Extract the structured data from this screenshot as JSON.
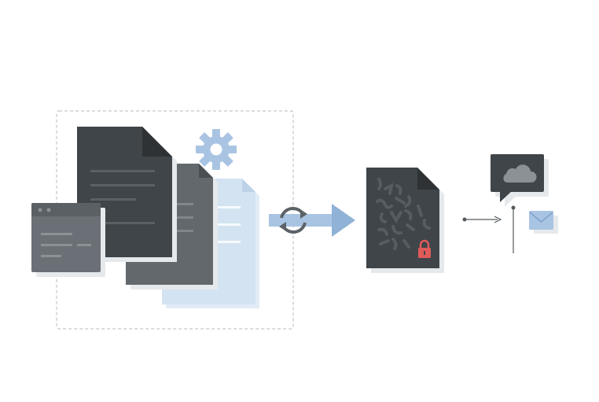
{
  "diagram": {
    "stages": [
      {
        "name": "documents-and-settings",
        "icons": [
          "window-icon",
          "document-icon",
          "gear-icon"
        ]
      },
      {
        "name": "conversion",
        "icons": [
          "sync-icon",
          "arrow-right-icon"
        ]
      },
      {
        "name": "encrypted-document",
        "icons": [
          "scrambled-document-icon",
          "lock-icon"
        ]
      },
      {
        "name": "delivery",
        "icons": [
          "cloud-icon",
          "envelope-icon"
        ]
      }
    ]
  },
  "colors": {
    "dark_doc": "#3f4448",
    "mid_doc": "#5c6266",
    "window": "#6a7074",
    "light_blue": "#cfe0f0",
    "accent_blue": "#8fb2d6",
    "gear_blue": "#a9c4e3",
    "lock_red": "#e05a5a",
    "dashed_border": "#b5b9bd",
    "connector": "#555a5e"
  }
}
